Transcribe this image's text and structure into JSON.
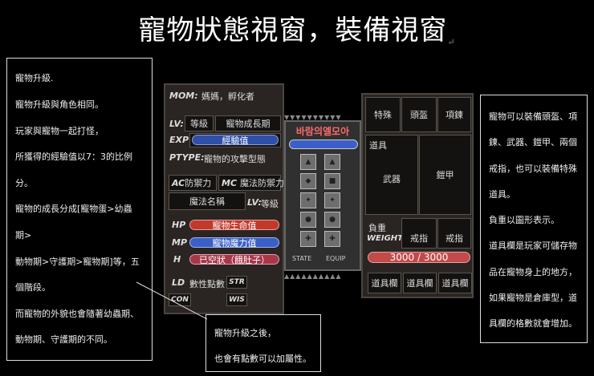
{
  "title": "寵物狀態視窗，裝備視窗",
  "title_mark": "↵",
  "left_note": {
    "lines": [
      "寵物升級.",
      "寵物升級與角色相同。",
      "玩家與寵物一起打怪，",
      "所獲得的經驗值以7：3的比例",
      "分。",
      "寵物的成長分成[寵物蛋>幼蟲",
      "期>",
      "動物期>守護期>寵物期]等，五",
      "個階段。",
      "而寵物的外貌也會隨著幼蟲期、",
      "動物期、守護期的不同。"
    ]
  },
  "bottom_note": {
    "lines": [
      "寵物升級之後，",
      "也會有點數可以加屬性。"
    ]
  },
  "right_note": {
    "lines": [
      "寵物可以裝備頭盔、項",
      "鍊、武器、鎧甲、兩個",
      "戒指，也可以裝備特殊",
      "道具。",
      "負重以圖形表示。",
      "道具欄是玩家可儲存物",
      "品在寵物身上的地方，",
      "如果寵物是倉庫型，道",
      "具欄的格數就會增加。"
    ]
  },
  "pet_status": {
    "mom_label": "MOM:",
    "mom_value": "媽媽，孵化者",
    "lv_label": "LV:",
    "lv_value": "等級",
    "growth": "寵物成長期",
    "exp_label": "EXP",
    "exp_value": "經驗值",
    "ptype_label": "PTYPE:",
    "ptype_value": "寵物的攻擊型態",
    "ac_label": "AC",
    "ac_value": "防禦力",
    "mc_label": "MC",
    "mc_value": "魔法防禦力",
    "magic_name": "魔法名稱",
    "lv2_label": "LV:",
    "lv2_value": "等級",
    "hp_label": "HP",
    "hp_value": "寵物生命值",
    "mp_label": "MP",
    "mp_value": "寵物魔力值",
    "h_label": "H",
    "h_value": "已空狀（餓肚子）",
    "ld_label": "LD",
    "points": "數性點數",
    "str_label": "STR",
    "con_label": "CON",
    "wis_label": "WIS"
  },
  "middle": {
    "header": "바람의엘모아",
    "state_label": "STATE",
    "equip_label": "EQUIP"
  },
  "equipment": {
    "special": "特殊",
    "helmet": "頭盔",
    "necklace": "項鍊",
    "items_label": "道具",
    "weapon": "武器",
    "armor": "鎧甲",
    "weight_cn": "負重",
    "weight_en": "WEIGHT",
    "ring1": "戒指",
    "ring2": "戒指",
    "weight_value": "3000 / 3000",
    "slot1": "道具欄",
    "slot2": "道具欄",
    "slot3": "道具欄"
  },
  "colors": {
    "exp_bar": "#2f4fa8",
    "hp_bar": "#c0392b",
    "mp_bar": "#3a5fc8",
    "weight_bar": "#c24a4a"
  }
}
